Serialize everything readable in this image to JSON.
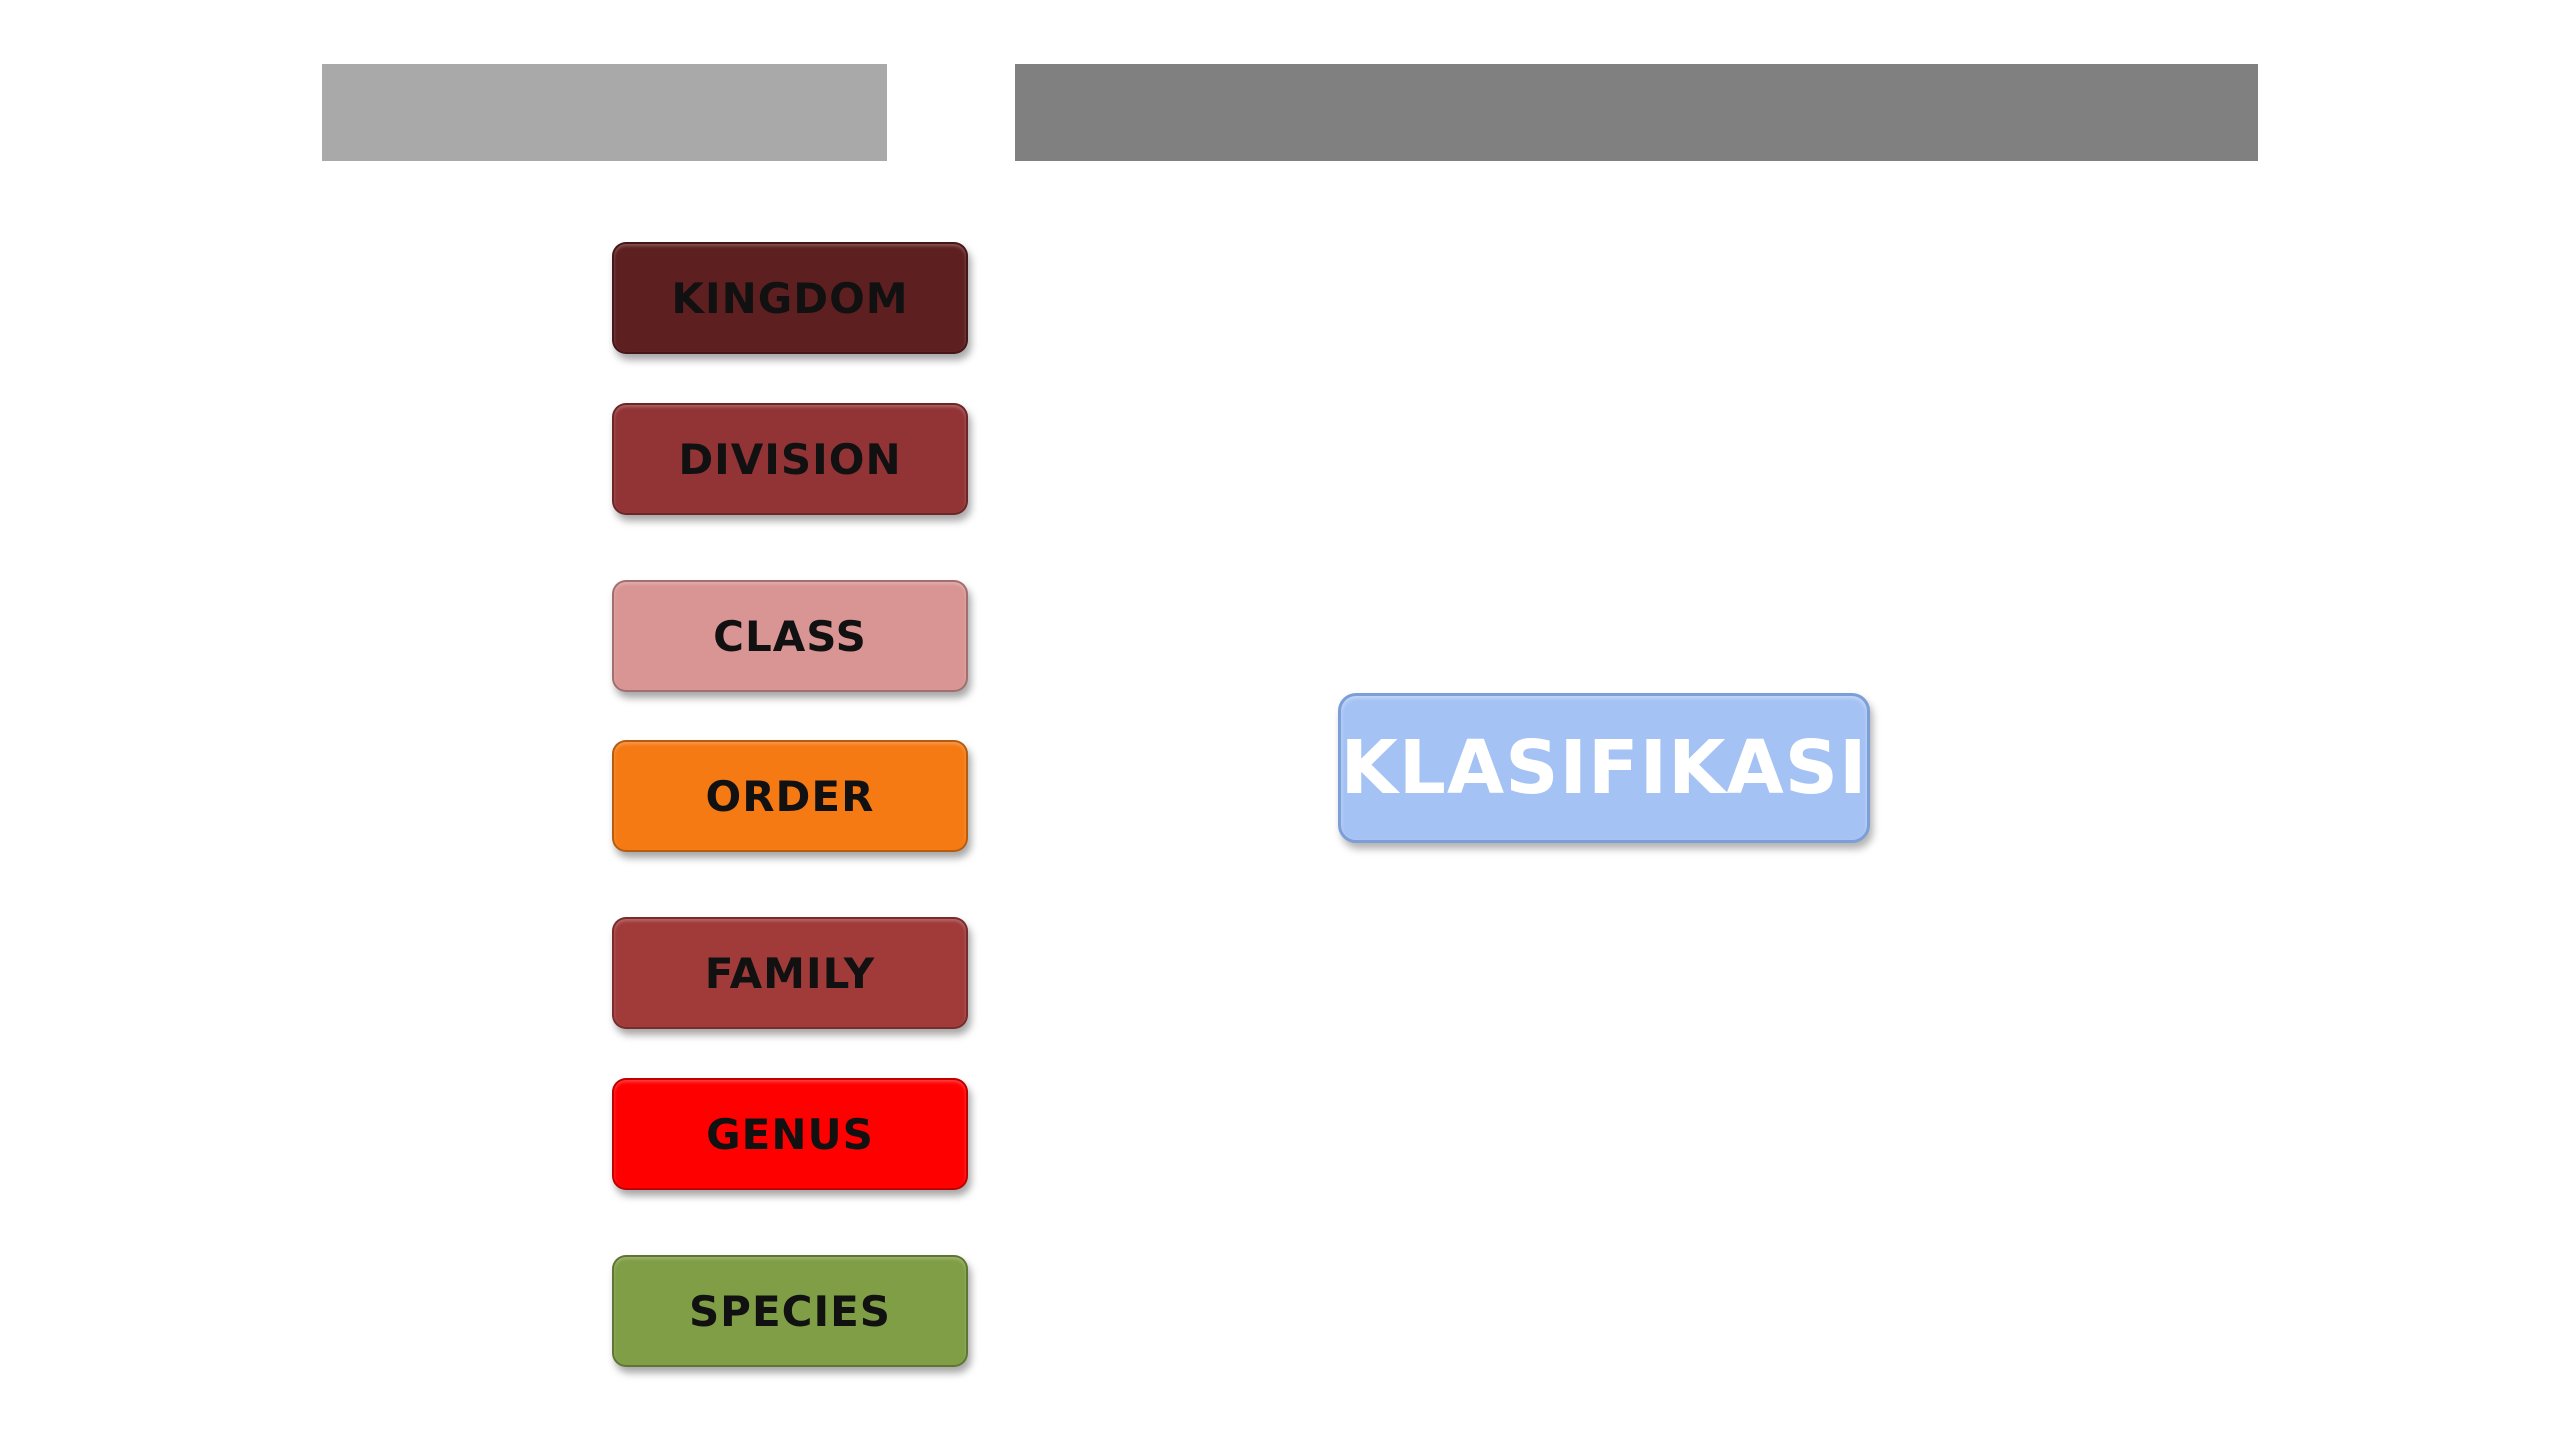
{
  "header": {
    "left_bar_color": "#a9a9a9",
    "right_bar_color": "#808080"
  },
  "ranks": [
    {
      "label": "KINGDOM",
      "color": "#5e1f20"
    },
    {
      "label": "DIVISION",
      "color": "#923335"
    },
    {
      "label": "CLASS",
      "color": "#d89593"
    },
    {
      "label": "ORDER",
      "color": "#f57a14"
    },
    {
      "label": "FAMILY",
      "color": "#a03b3a"
    },
    {
      "label": "GENUS",
      "color": "#ff0000"
    },
    {
      "label": "SPECIES",
      "color": "#7f9e45"
    }
  ],
  "center": {
    "label": "KLASIFIKASI",
    "color": "#a4c2f4"
  }
}
